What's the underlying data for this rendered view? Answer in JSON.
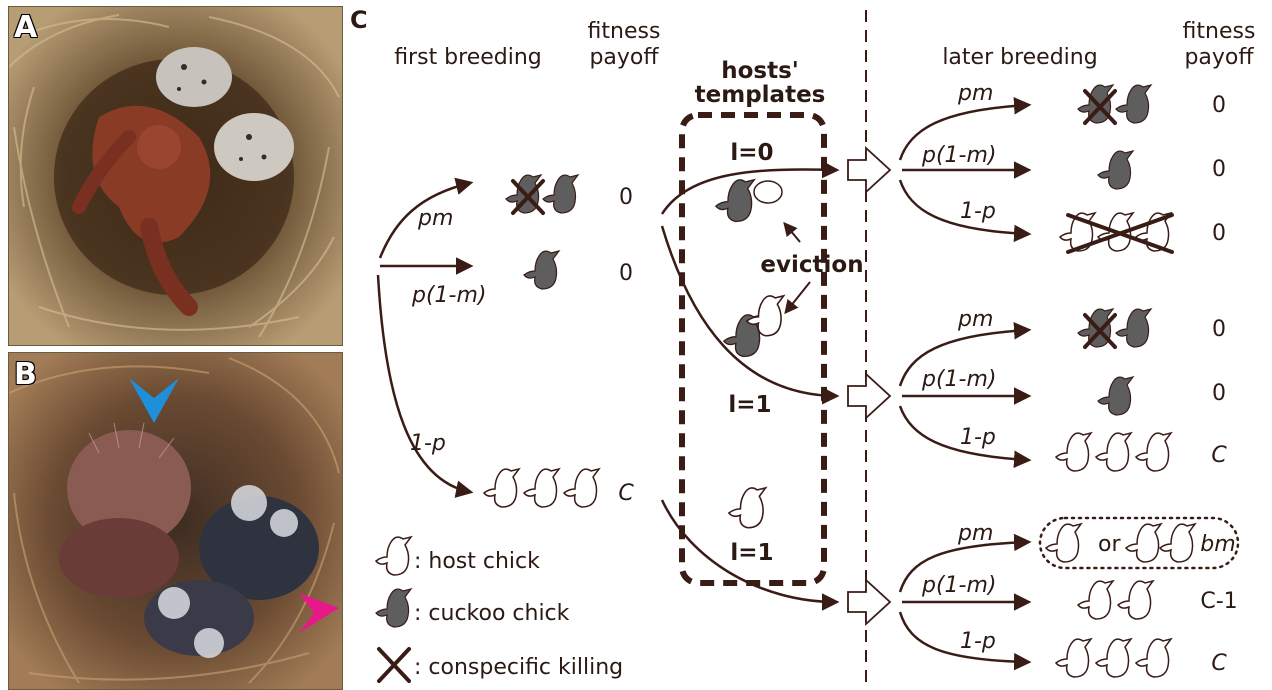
{
  "panels": {
    "a": "A",
    "b": "B",
    "c": "C"
  },
  "headers": {
    "first_breeding": "first breeding",
    "fitness_payoff_1_line1": "fitness",
    "fitness_payoff_1_line2": "payoff",
    "later_breeding": "later breeding",
    "fitness_payoff_2_line1": "fitness",
    "fitness_payoff_2_line2": "payoff"
  },
  "templates": {
    "title_line1": "hosts'",
    "title_line2": "templates",
    "l0": "l=0",
    "l1_mid": "l=1",
    "l1_low": "l=1",
    "eviction": "eviction"
  },
  "first_branches": [
    {
      "prob": "pm",
      "payoff": "0"
    },
    {
      "prob": "p(1-m)",
      "payoff": "0"
    },
    {
      "prob": "1-p",
      "payoff": "C"
    }
  ],
  "later_groups": [
    {
      "branches": [
        {
          "prob": "pm",
          "payoff": "0"
        },
        {
          "prob": "p(1-m)",
          "payoff": "0"
        },
        {
          "prob": "1-p",
          "payoff": "0"
        }
      ]
    },
    {
      "branches": [
        {
          "prob": "pm",
          "payoff": "0"
        },
        {
          "prob": "p(1-m)",
          "payoff": "0"
        },
        {
          "prob": "1-p",
          "payoff": "C"
        }
      ]
    },
    {
      "branches": [
        {
          "prob": "pm",
          "or_text": "or",
          "payoff": "bm"
        },
        {
          "prob": "p(1-m)",
          "payoff": "C-1"
        },
        {
          "prob": "1-p",
          "payoff": "C"
        }
      ]
    }
  ],
  "legend": [
    {
      "icon": "host-chick-icon",
      "label": ": host chick"
    },
    {
      "icon": "cuckoo-chick-icon",
      "label": ": cuckoo chick"
    },
    {
      "icon": "conspecific-killing-icon",
      "label": ": conspecific killing"
    }
  ],
  "photo_markers": {
    "b_blue_arrow": "#1e8fd8",
    "b_pink_arrow": "#e8188a"
  },
  "colors": {
    "arrow": "#3a1c17",
    "cuckoo_fill": "#5e5e5e"
  }
}
